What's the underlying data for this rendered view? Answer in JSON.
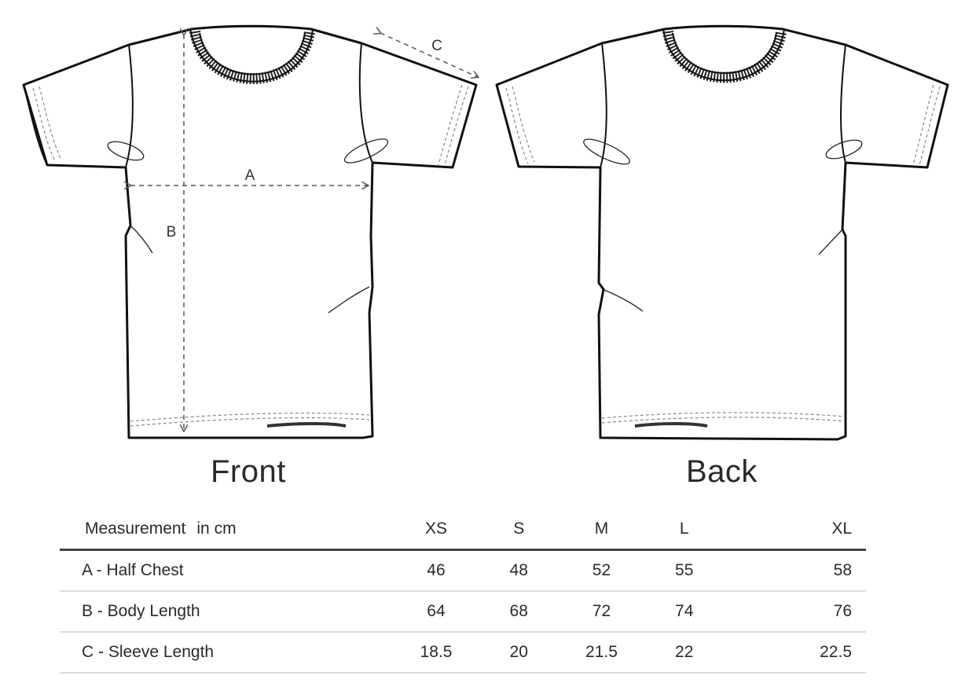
{
  "diagram": {
    "front_label": "Front",
    "back_label": "Back",
    "markers": {
      "a": "A",
      "b": "B",
      "c": "C"
    }
  },
  "table": {
    "header": {
      "measurement": "Measurement",
      "unit": "in cm"
    },
    "sizes": [
      "XS",
      "S",
      "M",
      "L",
      "XL"
    ],
    "rows": [
      {
        "label": "A - Half Chest",
        "values": [
          "46",
          "48",
          "52",
          "55",
          "58"
        ]
      },
      {
        "label": "B - Body Length",
        "values": [
          "64",
          "68",
          "72",
          "74",
          "76"
        ]
      },
      {
        "label": "C - Sleeve Length",
        "values": [
          "18.5",
          "20",
          "21.5",
          "22",
          "22.5"
        ]
      }
    ]
  }
}
